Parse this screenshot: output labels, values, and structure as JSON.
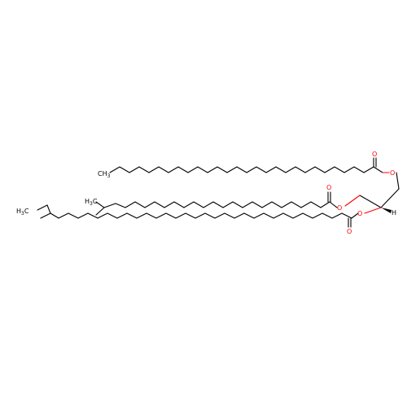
{
  "molecule": {
    "atoms": {
      "ch3_top": "CH",
      "ch3_top_sub": "3",
      "h3c_mid": "H",
      "h3c_mid_sub": "3",
      "h3c_mid_c": "C",
      "h3c_bot": "H",
      "h3c_bot_sub": "3",
      "h3c_bot_c": "C",
      "o_carbonyl_1": "O",
      "o_ester_1": "O",
      "o_carbonyl_2": "O",
      "o_ester_2": "O",
      "o_carbonyl_3": "O",
      "o_ester_3": "O",
      "h_stereo": "H"
    },
    "colors": {
      "bond": "#000000",
      "oxygen": "#ff0000",
      "carbon_label": "#000000"
    }
  }
}
